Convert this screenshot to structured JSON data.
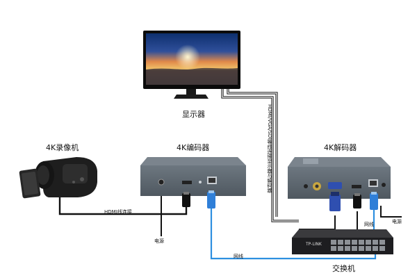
{
  "devices": {
    "monitor_label": "显示器",
    "camera_label": "4K录像机",
    "encoder_label": "4K编码器",
    "decoder_label": "4K解码器",
    "switch_label": "交换机",
    "switch_brand": "TP-LINK"
  },
  "cables": {
    "hdmi_connection": "HDMI线连接",
    "decoder_to_monitor": "HDMI/VGA/SDI等线连接显示器与解码器",
    "power_encoder": "电源",
    "power_decoder": "电源",
    "network_encoder": "网线",
    "network_decoder": "网线"
  },
  "colors": {
    "device_body": "#5c6670",
    "network_cable": "#2d8fe0",
    "black_cable": "#111111",
    "connector_blue": "#2f7fd8"
  }
}
